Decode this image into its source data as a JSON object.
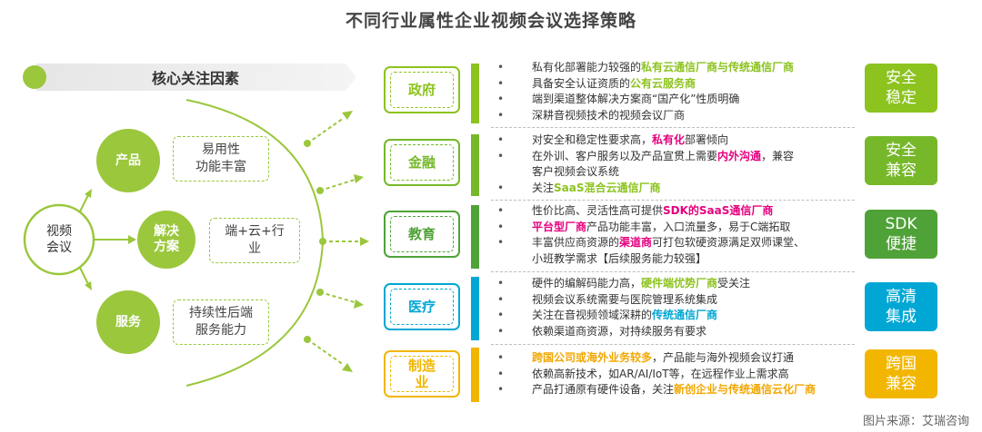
{
  "title": "不同行业属性企业视频会议选择策略",
  "core_factors": "核心关注因素",
  "center": {
    "line1": "视频",
    "line2": "会议"
  },
  "factors": [
    {
      "name": "产品",
      "desc1": "易用性",
      "desc2": "功能丰富"
    },
    {
      "name1": "解决",
      "name2": "方案",
      "desc1": "端+云+行",
      "desc2": "业"
    },
    {
      "name": "服务",
      "desc1": "持续性后端",
      "desc2": "服务能力"
    }
  ],
  "industries": [
    {
      "name": "政府",
      "color": "#8cc31f",
      "bullets": [
        {
          "pre": "私有化部署能力较强的",
          "hl": "私有云通信厂商与传统通信厂商",
          "post": ""
        },
        {
          "pre": "具备安全认证资质的",
          "hl": "公有云服务商",
          "post": ""
        },
        {
          "pre": "端到渠道整体解决方案商“国产化”性质明确",
          "hl": "",
          "post": ""
        },
        {
          "pre": "深耕音视频技术的视频会议厂商",
          "hl": "",
          "post": ""
        }
      ],
      "tag1": "安全",
      "tag2": "稳定"
    },
    {
      "name": "金融",
      "color": "#76b82a",
      "bullets": [
        {
          "pre": "对安全和稳定性要求高，",
          "hl": "私有化",
          "post": "部署倾向"
        },
        {
          "pre": "在外训、客户服务以及产品宣贯上需要",
          "hl": "内外沟通",
          "post": "，兼容"
        },
        {
          "pre": "客户视频会议系统",
          "hl": "",
          "post": "",
          "nobullet": true
        },
        {
          "pre": "关注",
          "hl": "SaaS混合云通信厂商",
          "post": ""
        }
      ],
      "tag1": "安全",
      "tag2": "兼容"
    },
    {
      "name": "教育",
      "color": "#4fa237",
      "bullets": [
        {
          "pre": "性价比高、灵活性高可提供",
          "hl": "SDK的SaaS通信厂商",
          "post": ""
        },
        {
          "pre": "",
          "hl": "平台型厂商",
          "post": "产品功能丰富，入口流量多，易于C端拓取"
        },
        {
          "pre": "丰富供应商资源的",
          "hl": "渠道商",
          "post": "可打包软硬资源满足双师课堂、"
        },
        {
          "pre": "小班教学需求【后续服务能力较强】",
          "hl": "",
          "post": "",
          "nobullet": true
        }
      ],
      "tag1": "SDK",
      "tag2": "便捷"
    },
    {
      "name": "医疗",
      "color": "#00a7d4",
      "bullets": [
        {
          "pre": "硬件的编解码能力高，",
          "hl": "硬件端优势厂商",
          "post": "受关注"
        },
        {
          "pre": "视频会议系统需要与医院管理系统集成",
          "hl": "",
          "post": ""
        },
        {
          "pre": "关注在音视频领域深耕的",
          "hl": "传统通信厂商",
          "post": ""
        },
        {
          "pre": "依赖渠道商资源，对持续服务有要求",
          "hl": "",
          "post": ""
        }
      ],
      "tag1": "高清",
      "tag2": "集成"
    },
    {
      "name1": "制造",
      "name2": "业",
      "color": "#f2b600",
      "bullets": [
        {
          "pre": "",
          "hl": "跨国公司或海外业务较多",
          "post": "，产品能与海外视频会议打通"
        },
        {
          "pre": "依赖高新技术，如AR/AI/IoT等，在远程作业上需求高",
          "hl": "",
          "post": ""
        },
        {
          "pre": "产品打通原有硬件设备，关注",
          "hl": "新创企业与传统通信云化厂商",
          "post": ""
        }
      ],
      "tag1": "跨国",
      "tag2": "兼容"
    }
  ],
  "source": "图片来源：艾瑞咨询"
}
